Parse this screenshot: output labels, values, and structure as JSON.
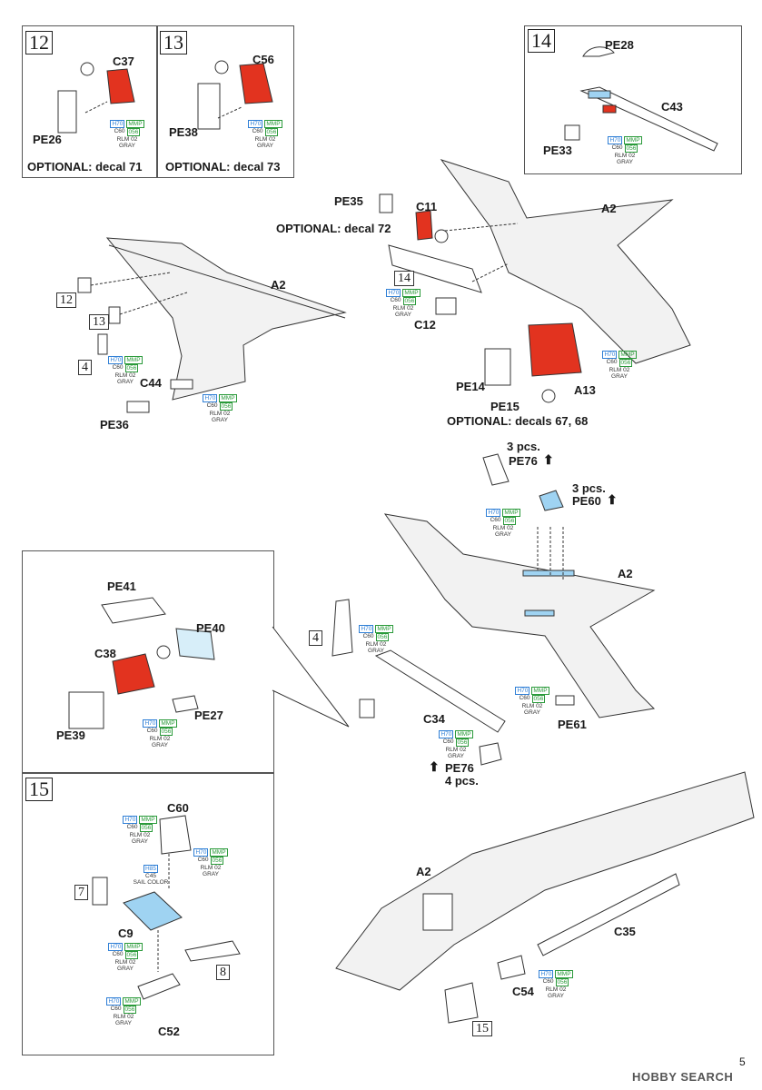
{
  "steps": {
    "s12": {
      "number": "12",
      "optional": "OPTIONAL: decal 71"
    },
    "s13": {
      "number": "13",
      "optional": "OPTIONAL: decal 73"
    },
    "s14": {
      "number": "14"
    },
    "s15": {
      "number": "15"
    }
  },
  "labels": {
    "c37": "C37",
    "pe26": "PE26",
    "c56": "C56",
    "pe38": "PE38",
    "pe28": "PE28",
    "c43": "C43",
    "pe33": "PE33",
    "pe35": "PE35",
    "c11": "C11",
    "optional72": "OPTIONAL: decal 72",
    "a2_a": "A2",
    "a2_b": "A2",
    "a2_c": "A2",
    "a2_d": "A2",
    "c12": "C12",
    "c44": "C44",
    "pe36": "PE36",
    "pe14": "PE14",
    "pe15": "PE15",
    "a13": "A13",
    "optional6768": "OPTIONAL: decals 67, 68",
    "pe76_top_count": "3 pcs.",
    "pe76_top": "PE76",
    "pe60_count": "3 pcs.",
    "pe60": "PE60",
    "pe41": "PE41",
    "pe40": "PE40",
    "c38": "C38",
    "pe39": "PE39",
    "pe27": "PE27",
    "c34": "C34",
    "pe61": "PE61",
    "pe76_bottom": "PE76",
    "pe76_bottom_count": "4 pcs.",
    "c60": "C60",
    "c9": "C9",
    "c52": "C52",
    "c35": "C35",
    "c54": "C54"
  },
  "refs": {
    "r12": "12",
    "r13": "13",
    "r4a": "4",
    "r14": "14",
    "r4b": "4",
    "r7": "7",
    "r8": "8",
    "r15": "15"
  },
  "paint": {
    "h70": "H70",
    "mmp": "MMP",
    "c60": "C60",
    "p056": "056",
    "rlm": "RLM 02",
    "gray": "GRAY",
    "h85": "H85",
    "c45": "C45",
    "sail": "SAIL COLOR"
  },
  "colors": {
    "red": "#e2331f",
    "blue": "#9fd3f2",
    "paint_blue": "#2f7fd6",
    "paint_green": "#2a9a3a"
  },
  "footer": {
    "page": "5",
    "watermark": "HOBBY SEARCH"
  }
}
